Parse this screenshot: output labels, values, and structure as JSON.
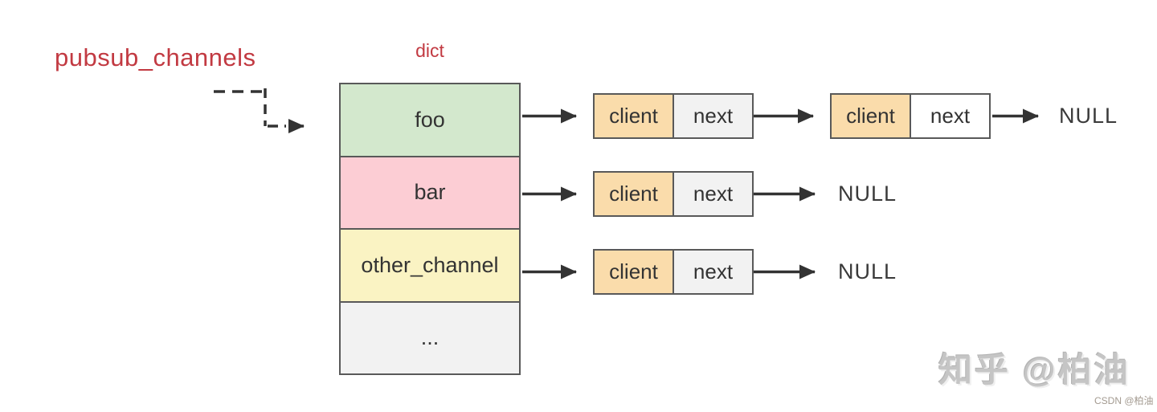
{
  "diagram": {
    "title": "pubsub_channels",
    "dict_label": "dict",
    "dict_rows": [
      {
        "label": "foo",
        "color": "#d3e8cd"
      },
      {
        "label": "bar",
        "color": "#fccdd4"
      },
      {
        "label": "other_channel",
        "color": "#faf3c3"
      },
      {
        "label": "...",
        "color": "#f2f2f2"
      }
    ],
    "lists": [
      {
        "channel": "foo",
        "nodes": [
          {
            "client": "client",
            "next": "next"
          },
          {
            "client": "client",
            "next": "next"
          }
        ],
        "terminator": "NULL"
      },
      {
        "channel": "bar",
        "nodes": [
          {
            "client": "client",
            "next": "next"
          }
        ],
        "terminator": "NULL"
      },
      {
        "channel": "other_channel",
        "nodes": [
          {
            "client": "client",
            "next": "next"
          }
        ],
        "terminator": "NULL"
      }
    ],
    "colors": {
      "title_red": "#c23a42",
      "client_cell": "#fadcab",
      "next_cell": "#f2f2f2",
      "green_cell": "#d3e8cd",
      "pink_cell": "#fccdd4",
      "yellow_cell": "#faf3c3",
      "gray_cell": "#f2f2f2",
      "border": "#595959",
      "arrow": "#333333"
    }
  },
  "watermarks": {
    "zhihu": "知乎 @柏油",
    "csdn": "CSDN @柏油"
  }
}
